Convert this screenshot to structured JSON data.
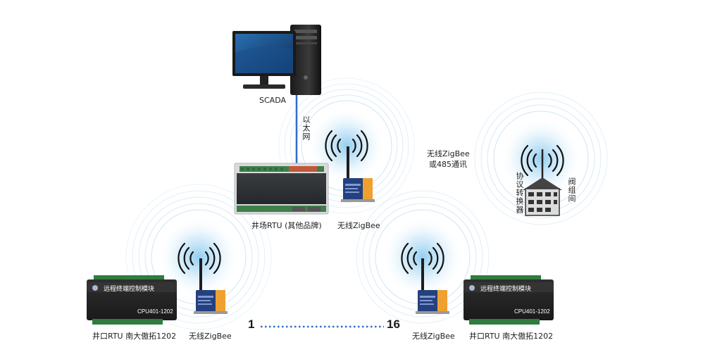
{
  "diagram": {
    "scada_label": "SCADA",
    "ethernet_label": "以太网",
    "wireless_note_line1": "无线ZigBee",
    "wireless_note_line2": "或485通讯",
    "wellsite_rtu_label": "井场RTU (其他品牌)",
    "zigbee_label": "无线ZigBee",
    "well_rtu_label": "井口RTU 南大傲拓1202",
    "plc_title": "远程终端控制模块",
    "plc_model": "CPU401-1202",
    "protocol_converter_label": "协议转换器",
    "valve_group_label": "阀组间",
    "range_start": "1",
    "range_end": "16",
    "colors": {
      "radio_wave": "#cde6f5",
      "radio_glow": "#a9d4f0",
      "ethernet_line": "#2f6fc4",
      "range_dots": "#2f6fc4",
      "zigbee_module_blue": "#25407e",
      "zigbee_module_orange": "#f0a030",
      "plc_body": "#2b2b2b"
    },
    "icons": [
      "computer-icon",
      "antenna-icon",
      "plc-icon",
      "zigbee-module-icon",
      "building-icon"
    ]
  }
}
